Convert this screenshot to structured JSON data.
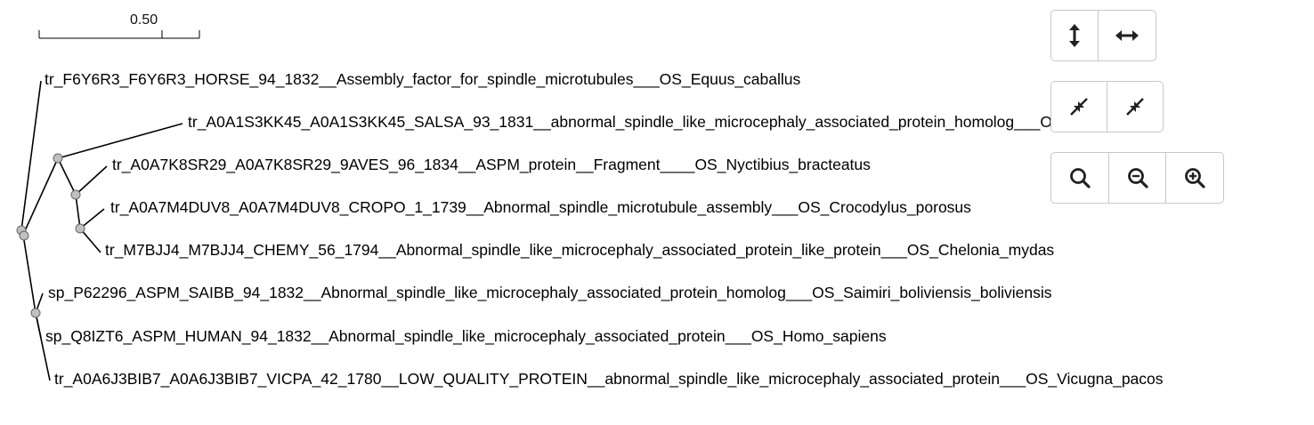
{
  "scale_bar": {
    "label": "0.50"
  },
  "leaves": [
    "tr_F6Y6R3_F6Y6R3_HORSE_94_1832__Assembly_factor_for_spindle_microtubules___OS_Equus_caballus",
    "tr_A0A1S3KK45_A0A1S3KK45_SALSA_93_1831__abnormal_spindle_like_microcephaly_associated_protein_homolog___OS_Salmo_salar",
    "tr_A0A7K8SR29_A0A7K8SR29_9AVES_96_1834__ASPM_protein__Fragment____OS_Nyctibius_bracteatus",
    "tr_A0A7M4DUV8_A0A7M4DUV8_CROPO_1_1739__Abnormal_spindle_microtubule_assembly___OS_Crocodylus_porosus",
    "tr_M7BJJ4_M7BJJ4_CHEMY_56_1794__Abnormal_spindle_like_microcephaly_associated_protein_like_protein___OS_Chelonia_mydas",
    "sp_P62296_ASPM_SAIBB_94_1832__Abnormal_spindle_like_microcephaly_associated_protein_homolog___OS_Saimiri_boliviensis_boliviensis",
    "sp_Q8IZT6_ASPM_HUMAN_94_1832__Abnormal_spindle_like_microcephaly_associated_protein___OS_Homo_sapiens",
    "tr_A0A6J3BIB7_A0A6J3BIB7_VICPA_42_1780__LOW_QUALITY_PROTEIN__abnormal_spindle_like_microcephaly_associated_protein___OS_Vicugna_pacos"
  ],
  "toolbar": {
    "resize_buttons": [
      "vertical-expand-icon",
      "horizontal-expand-icon"
    ],
    "collapse_buttons": [
      "compress-vertical-icon",
      "compress-horizontal-icon"
    ],
    "zoom_buttons": [
      "zoom-reset-icon",
      "zoom-out-icon",
      "zoom-in-icon"
    ]
  },
  "colors": {
    "branch": "#000000",
    "node_fill": "#c0c0c0",
    "node_stroke": "#666666",
    "button_border": "#c8c8c8"
  }
}
